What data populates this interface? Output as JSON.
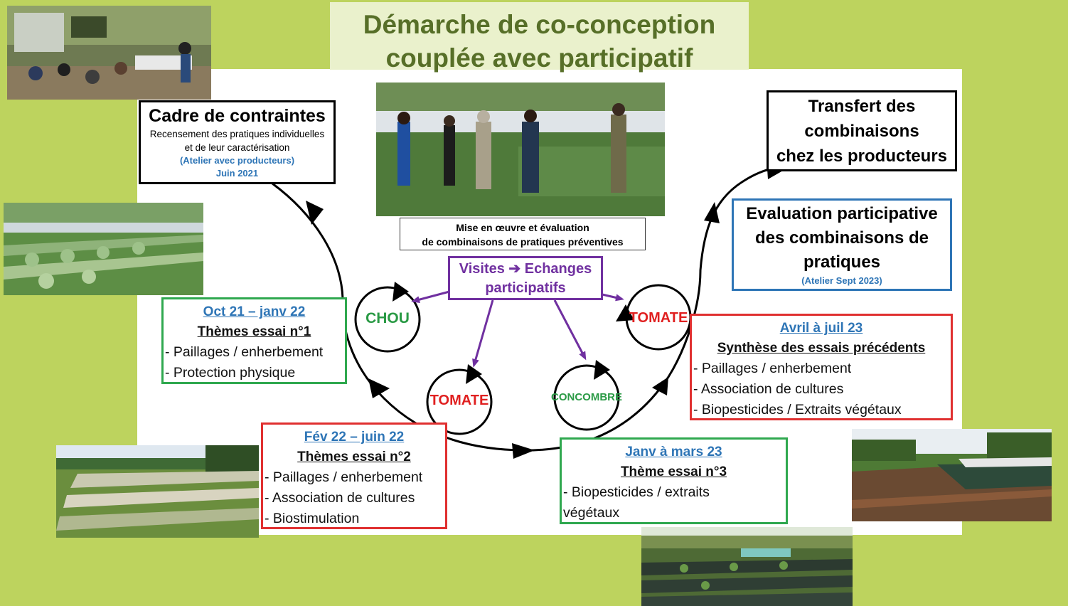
{
  "title": {
    "line1": "Démarche de co-conception",
    "line2": "couplée avec participatif"
  },
  "cadre": {
    "heading": "Cadre de contraintes",
    "line1": "Recensement des pratiques individuelles",
    "line2": "et de leur caractérisation",
    "atelier": "(Atelier avec producteurs)",
    "date": "Juin 2021"
  },
  "mise_en_oeuvre": {
    "line1": "Mise en œuvre et évaluation",
    "line2": "de combinaisons de pratiques préventives"
  },
  "visites": {
    "line1": "Visites ➔ Echanges",
    "line2": "participatifs"
  },
  "transfert": {
    "line1": "Transfert des",
    "line2": "combinaisons",
    "line3": "chez les producteurs"
  },
  "evaluation": {
    "line1": "Evaluation participative",
    "line2": "des combinaisons de",
    "line3": "pratiques",
    "atelier": "(Atelier Sept 2023)"
  },
  "essai1": {
    "period": "Oct 21 – janv 22",
    "theme": "Thèmes essai n°1",
    "items": [
      "- Paillages / enherbement",
      "- Protection physique"
    ]
  },
  "essai2": {
    "period": "Fév 22 – juin 22",
    "theme": "Thèmes essai n°2",
    "items": [
      "- Paillages / enherbement",
      "- Association de cultures",
      "- Biostimulation"
    ]
  },
  "essai3": {
    "period": "Janv à mars 23",
    "theme": "Thème essai n°3",
    "items": [
      "- Biopesticides / extraits",
      "végétaux"
    ]
  },
  "synthese": {
    "period": "Avril à juil 23",
    "theme": "Synthèse des essais précédents",
    "items": [
      "- Paillages / enherbement",
      "- Association de cultures",
      "- Biopesticides / Extraits végétaux"
    ]
  },
  "circles": {
    "chou": "CHOU",
    "tomate1": "TOMATE",
    "concombre": "CONCOMBRE",
    "tomate2": "TOMATE"
  },
  "colors": {
    "background": "#bdd35e",
    "title_text": "#576f28",
    "title_box": "#eaf1cc",
    "blue": "#2e75b6",
    "green_box": "#2fa84f",
    "red_box": "#e03030",
    "purple": "#7030a0",
    "green_text": "#2a9a45",
    "red_text": "#e02020"
  }
}
